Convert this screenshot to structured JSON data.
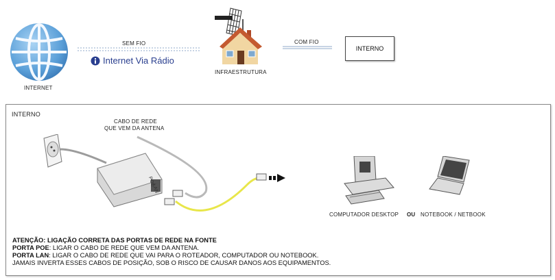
{
  "top": {
    "internet_label": "INTERNET",
    "sem_fio_label": "SEM FIO",
    "brand_text": "Internet Via Rádio",
    "infra_label": "INFRAESTRUTURA",
    "com_fio_label": "COM FIO",
    "interno_box_label": "INTERNO"
  },
  "panel": {
    "title": "INTERNO",
    "cable_label_line1": "CABO DE REDE",
    "cable_label_line2": "QUE VEM DA ANTENA",
    "poe_label": "POE",
    "lan_label": "LAN",
    "desktop_label": "COMPUTADOR DESKTOP",
    "ou_label": "OU",
    "notebook_label": "NOTEBOOK / NETBOOK"
  },
  "notes": {
    "warning": "ATENÇÃO: LIGAÇÃO CORRETA DAS PORTAS DE REDE NA FONTE",
    "poe_prefix": "PORTA POE",
    "poe_text": ": LIGAR O CABO DE REDE QUE VEM DA ANTENA.",
    "lan_prefix": "PORTA LAN",
    "lan_text": ": LIGAR O CABO DE REDE QUE VAI PARA O ROTEADOR, COMPUTADOR OU NOTEBOOK.",
    "final": "JAMAIS INVERTA ESSES CABOS DE POSIÇÃO, SOB O RISCO DE CAUSAR DANOS AOS EQUIPAMENTOS."
  },
  "colors": {
    "globe": "#6aa9dc",
    "globe_grid": "#eef6ff",
    "brand": "#2a3f8f",
    "house_roof": "#c0502a",
    "house_wall": "#f2d7a4",
    "lan_cable": "#e8e64a",
    "poe_cable": "#b9b9b9"
  }
}
